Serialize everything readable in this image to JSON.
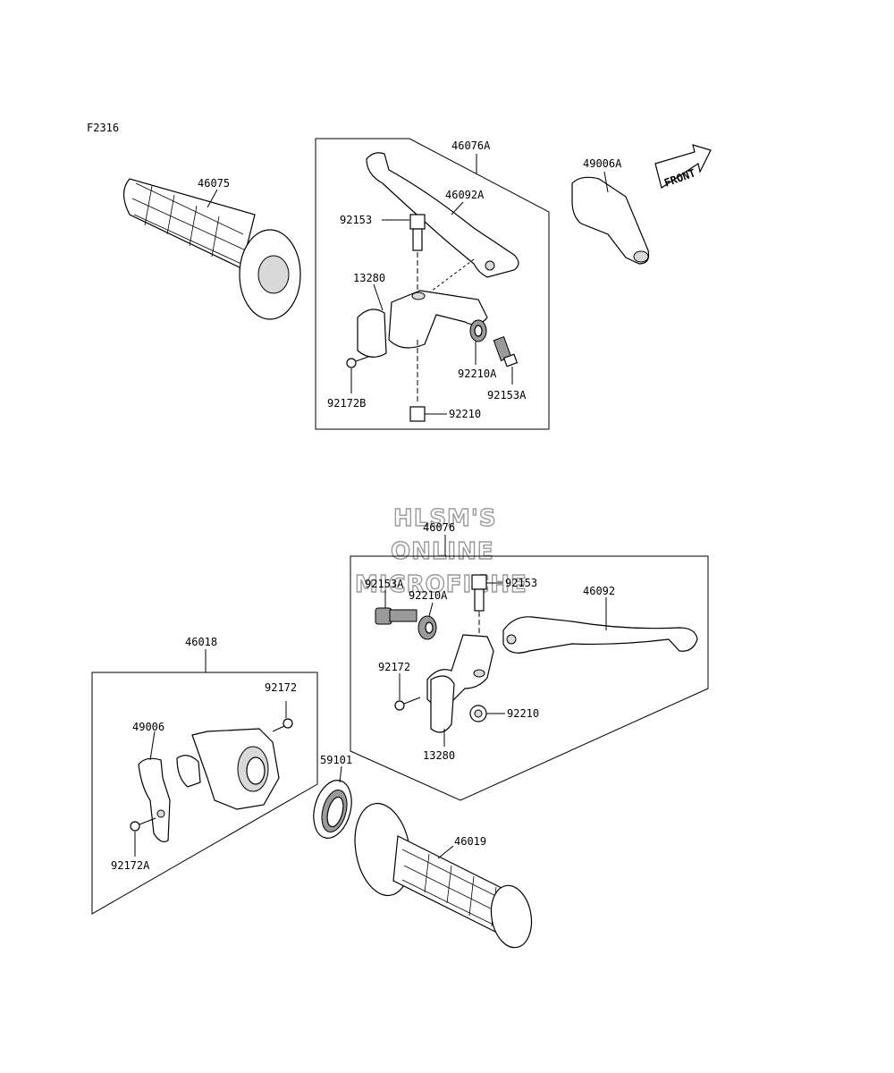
{
  "figure_code": "F2316",
  "front_label": "FRONT",
  "watermark": [
    "HLSM'S",
    "ONLINE",
    "MICROFICHE"
  ],
  "labels": {
    "p46075": "46075",
    "p46076A": "46076A",
    "p46092A": "46092A",
    "p49006A": "49006A",
    "p92153_top": "92153",
    "p13280_top": "13280",
    "p92172B": "92172B",
    "p92210A_top": "92210A",
    "p92153A_top": "92153A",
    "p92210_top": "92210",
    "p46076": "46076",
    "p92153A_bot": "92153A",
    "p92210A_bot": "92210A",
    "p92153_bot": "92153",
    "p46092": "46092",
    "p92172_bot": "92172",
    "p92210_bot": "92210",
    "p13280_bot": "13280",
    "p46018": "46018",
    "p92172_left": "92172",
    "p49006": "49006",
    "p92172A": "92172A",
    "p59101": "59101",
    "p46019": "46019"
  }
}
